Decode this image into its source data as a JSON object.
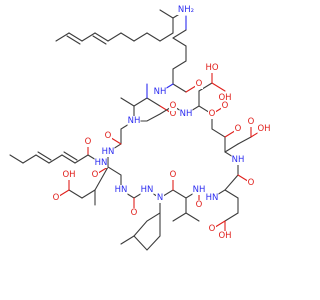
{
  "colors": {
    "carbon": "#3c3c3c",
    "nitrogen": "#2c2cf0",
    "oxygen": "#e0201c"
  },
  "labels": [
    {
      "id": "lys-nh2",
      "text": "NH₂",
      "el": "N"
    },
    {
      "id": "lys-nh",
      "text": "NH",
      "el": "N"
    },
    {
      "id": "lys-o",
      "text": "O",
      "el": "O"
    },
    {
      "id": "ha-oh",
      "text": "OH",
      "el": "O"
    },
    {
      "id": "ha-o",
      "text": "O",
      "el": "O"
    },
    {
      "id": "ha-nh",
      "text": "NH",
      "el": "N"
    },
    {
      "id": "ha-ho",
      "text": "HO",
      "el": "O"
    },
    {
      "id": "asp-oh",
      "text": "OH",
      "el": "O"
    },
    {
      "id": "asp-o",
      "text": "O",
      "el": "O"
    },
    {
      "id": "ring-o1",
      "text": "O",
      "el": "O"
    },
    {
      "id": "ring-o2",
      "text": "O",
      "el": "O"
    },
    {
      "id": "ring-nh1",
      "text": "NH",
      "el": "N"
    },
    {
      "id": "ring-hn1",
      "text": "HN",
      "el": "N"
    },
    {
      "id": "ring-hn2",
      "text": "HN",
      "el": "N"
    },
    {
      "id": "gly-nh",
      "text": "NH",
      "el": "N"
    },
    {
      "id": "gly-o",
      "text": "O",
      "el": "O"
    },
    {
      "id": "val-hn",
      "text": "HN",
      "el": "N"
    },
    {
      "id": "val-o",
      "text": "O",
      "el": "O"
    },
    {
      "id": "ring-o3",
      "text": "O",
      "el": "O"
    },
    {
      "id": "fa-o",
      "text": "O",
      "el": "O"
    },
    {
      "id": "fa-hn",
      "text": "HN",
      "el": "N"
    },
    {
      "id": "o4",
      "text": "O",
      "el": "O"
    },
    {
      "id": "hn3",
      "text": "HN",
      "el": "N"
    },
    {
      "id": "nh4",
      "text": "NH",
      "el": "N"
    },
    {
      "id": "o5",
      "text": "O",
      "el": "O"
    },
    {
      "id": "o6",
      "text": "O",
      "el": "O"
    },
    {
      "id": "o7",
      "text": "O",
      "el": "O"
    },
    {
      "id": "o8",
      "text": "O",
      "el": "O"
    },
    {
      "id": "pro-n",
      "text": "N",
      "el": "N"
    },
    {
      "id": "mas-o",
      "text": "O",
      "el": "O"
    },
    {
      "id": "mas-oh",
      "text": "OH",
      "el": "O"
    },
    {
      "id": "mas2-o",
      "text": "O",
      "el": "O"
    },
    {
      "id": "mas2-oh",
      "text": "OH",
      "el": "O"
    }
  ]
}
